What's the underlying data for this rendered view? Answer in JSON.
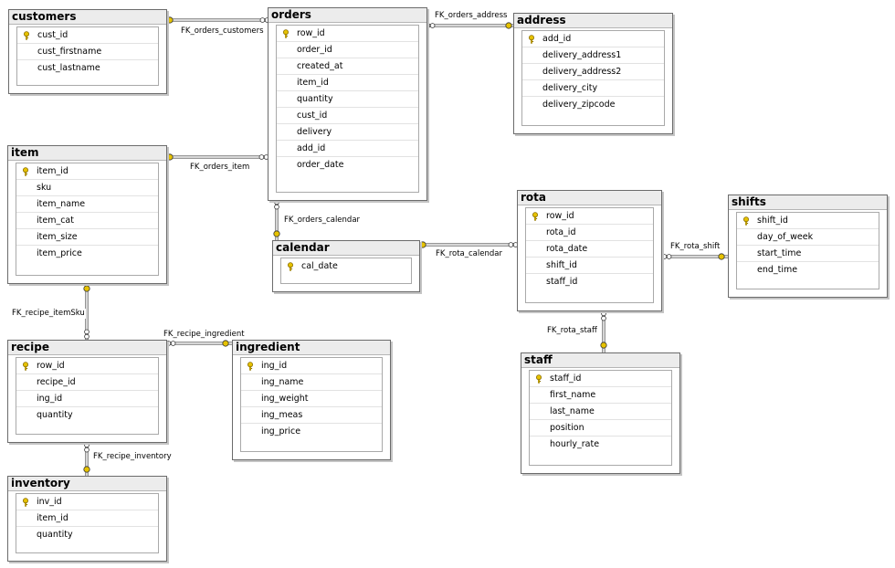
{
  "tables": [
    {
      "id": "customers",
      "title": "customers",
      "columns": [
        {
          "name": "cust_id",
          "pk": true
        },
        {
          "name": "cust_firstname",
          "pk": false
        },
        {
          "name": "cust_lastname",
          "pk": false
        }
      ]
    },
    {
      "id": "orders",
      "title": "orders",
      "columns": [
        {
          "name": "row_id",
          "pk": true
        },
        {
          "name": "order_id",
          "pk": false
        },
        {
          "name": "created_at",
          "pk": false
        },
        {
          "name": "item_id",
          "pk": false
        },
        {
          "name": "quantity",
          "pk": false
        },
        {
          "name": "cust_id",
          "pk": false
        },
        {
          "name": "delivery",
          "pk": false
        },
        {
          "name": "add_id",
          "pk": false
        },
        {
          "name": "order_date",
          "pk": false
        }
      ]
    },
    {
      "id": "address",
      "title": "address",
      "columns": [
        {
          "name": "add_id",
          "pk": true
        },
        {
          "name": "delivery_address1",
          "pk": false
        },
        {
          "name": "delivery_address2",
          "pk": false
        },
        {
          "name": "delivery_city",
          "pk": false
        },
        {
          "name": "delivery_zipcode",
          "pk": false
        }
      ]
    },
    {
      "id": "item",
      "title": "item",
      "columns": [
        {
          "name": "item_id",
          "pk": true
        },
        {
          "name": "sku",
          "pk": false
        },
        {
          "name": "item_name",
          "pk": false
        },
        {
          "name": "item_cat",
          "pk": false
        },
        {
          "name": "item_size",
          "pk": false
        },
        {
          "name": "item_price",
          "pk": false
        }
      ]
    },
    {
      "id": "calendar",
      "title": "calendar",
      "columns": [
        {
          "name": "cal_date",
          "pk": true
        }
      ]
    },
    {
      "id": "rota",
      "title": "rota",
      "columns": [
        {
          "name": "row_id",
          "pk": true
        },
        {
          "name": "rota_id",
          "pk": false
        },
        {
          "name": "rota_date",
          "pk": false
        },
        {
          "name": "shift_id",
          "pk": false
        },
        {
          "name": "staff_id",
          "pk": false
        }
      ]
    },
    {
      "id": "shifts",
      "title": "shifts",
      "columns": [
        {
          "name": "shift_id",
          "pk": true
        },
        {
          "name": "day_of_week",
          "pk": false
        },
        {
          "name": "start_time",
          "pk": false
        },
        {
          "name": "end_time",
          "pk": false
        }
      ]
    },
    {
      "id": "recipe",
      "title": "recipe",
      "columns": [
        {
          "name": "row_id",
          "pk": true
        },
        {
          "name": "recipe_id",
          "pk": false
        },
        {
          "name": "ing_id",
          "pk": false
        },
        {
          "name": "quantity",
          "pk": false
        }
      ]
    },
    {
      "id": "ingredient",
      "title": "ingredient",
      "columns": [
        {
          "name": "ing_id",
          "pk": true
        },
        {
          "name": "ing_name",
          "pk": false
        },
        {
          "name": "ing_weight",
          "pk": false
        },
        {
          "name": "ing_meas",
          "pk": false
        },
        {
          "name": "ing_price",
          "pk": false
        }
      ]
    },
    {
      "id": "staff",
      "title": "staff",
      "columns": [
        {
          "name": "staff_id",
          "pk": true
        },
        {
          "name": "first_name",
          "pk": false
        },
        {
          "name": "last_name",
          "pk": false
        },
        {
          "name": "position",
          "pk": false
        },
        {
          "name": "hourly_rate",
          "pk": false
        }
      ]
    },
    {
      "id": "inventory",
      "title": "inventory",
      "columns": [
        {
          "name": "inv_id",
          "pk": true
        },
        {
          "name": "item_id",
          "pk": false
        },
        {
          "name": "quantity",
          "pk": false
        }
      ]
    }
  ],
  "relationships": [
    {
      "name": "FK_orders_customers",
      "from": "orders",
      "to": "customers"
    },
    {
      "name": "FK_orders_address",
      "from": "orders",
      "to": "address"
    },
    {
      "name": "FK_orders_item",
      "from": "orders",
      "to": "item"
    },
    {
      "name": "FK_orders_calendar",
      "from": "orders",
      "to": "calendar"
    },
    {
      "name": "FK_rota_calendar",
      "from": "rota",
      "to": "calendar"
    },
    {
      "name": "FK_rota_shift",
      "from": "rota",
      "to": "shifts"
    },
    {
      "name": "FK_rota_staff",
      "from": "rota",
      "to": "staff"
    },
    {
      "name": "FK_recipe_itemSku",
      "from": "recipe",
      "to": "item"
    },
    {
      "name": "FK_recipe_ingredient",
      "from": "recipe",
      "to": "ingredient"
    },
    {
      "name": "FK_recipe_inventory",
      "from": "recipe",
      "to": "inventory"
    }
  ],
  "colors": {
    "key": "#e6c200",
    "key_outline": "#8a6d00",
    "connector": "#5a5a5a",
    "endpoint": "#e6c200"
  },
  "icons": {
    "primary_key": "key-icon"
  }
}
